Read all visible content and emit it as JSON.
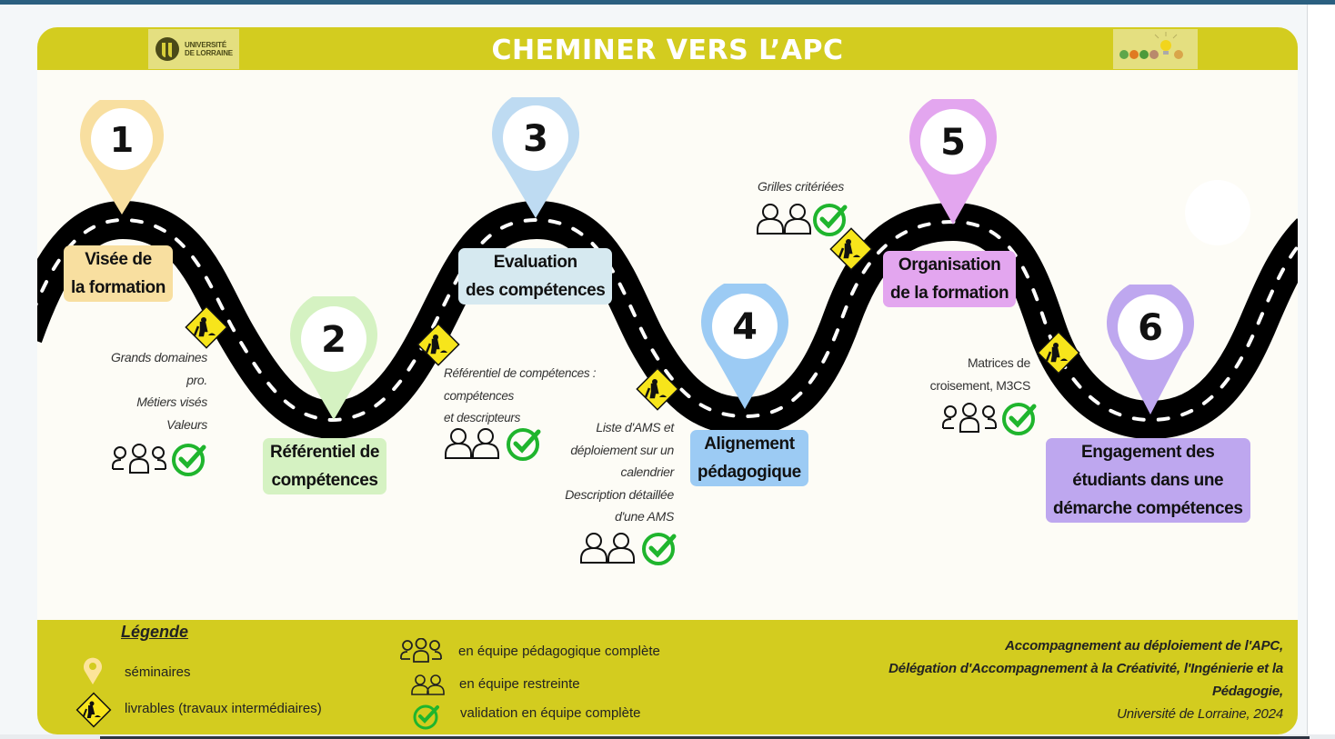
{
  "header": {
    "title": "CHEMINER VERS L’APC",
    "logo_text_line1": "UNIVERSITÉ",
    "logo_text_line2": "DE LORRAINE"
  },
  "steps": [
    {
      "number": "1",
      "label_line1": "Visée de",
      "label_line2": "la formation",
      "color": "#f8dfa0"
    },
    {
      "number": "2",
      "label_line1": "Référentiel de",
      "label_line2": "compétences",
      "color": "#d5f2c2"
    },
    {
      "number": "3",
      "label_line1": "Evaluation",
      "label_line2": "des compétences",
      "color": "#bedbf2",
      "box_color": "#d6e9f0"
    },
    {
      "number": "4",
      "label_line1": "Alignement",
      "label_line2": "pédagogique",
      "color": "#9ccbf4"
    },
    {
      "number": "5",
      "label_line1": "Organisation",
      "label_line2": "de la formation",
      "color": "#e3a6ef"
    },
    {
      "number": "6",
      "label_line1": "Engagement des",
      "label_line2": "étudiants dans une",
      "label_line3": "démarche compétences",
      "color": "#bea7ef"
    }
  ],
  "deliverables": [
    {
      "lines": [
        "Grands domaines",
        "pro.",
        "Métiers visés",
        "Valeurs"
      ],
      "team": "complete",
      "validated": true
    },
    {
      "lines": [
        "Référentiel de compétences :",
        "compétences",
        "et descripteurs"
      ],
      "team": "restreinte",
      "validated": true
    },
    {
      "lines": [
        "Liste d'AMS et",
        "déploiement sur un",
        "calendrier",
        "Description détaillée",
        "d'une AMS"
      ],
      "team": "restreinte",
      "validated": true
    },
    {
      "lines": [
        "Grilles critériées"
      ],
      "team": "restreinte",
      "validated": true
    },
    {
      "lines": [
        "Matrices de",
        "croisement, M3CS"
      ],
      "team": "complete",
      "validated": true
    }
  ],
  "legend": {
    "title": "Légende",
    "items": [
      {
        "icon": "map-pin-icon",
        "text": "séminaires"
      },
      {
        "icon": "roadwork-sign-icon",
        "text": "livrables (travaux intermédiaires)"
      },
      {
        "icon": "team-complete-icon",
        "text": "en équipe pédagogique complète"
      },
      {
        "icon": "team-restricted-icon",
        "text": "en équipe restreinte"
      },
      {
        "icon": "check-circle-icon",
        "text": "validation en équipe complète"
      }
    ]
  },
  "credits": {
    "line1": "Accompagnement au déploiement de l'APC,",
    "line2": "Délégation d'Accompagnement à la Créativité, l'Ingénierie et la",
    "line3": "Pédagogie,",
    "line4": "Université de Lorraine, 2024"
  },
  "colors": {
    "accent": "#d3cc1f",
    "road": "#000000",
    "check": "#1fb52d",
    "sign": "#f7e51b"
  }
}
